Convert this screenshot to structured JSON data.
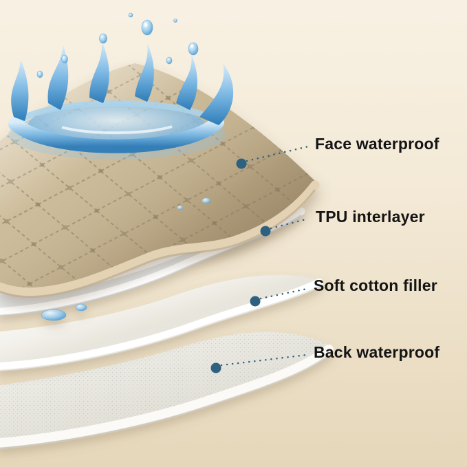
{
  "colors": {
    "background_top": "#f8f1e3",
    "background_bottom": "#e6d7ba",
    "label_text": "#141414",
    "callout_dot": "#2e6180",
    "fabric_tan": "#c9b697",
    "water_blue": "#4d9bd1"
  },
  "callouts": [
    {
      "label": "Face waterproof"
    },
    {
      "label": "TPU interlayer"
    },
    {
      "label": "Soft cotton filler"
    },
    {
      "label": "Back waterproof"
    }
  ]
}
